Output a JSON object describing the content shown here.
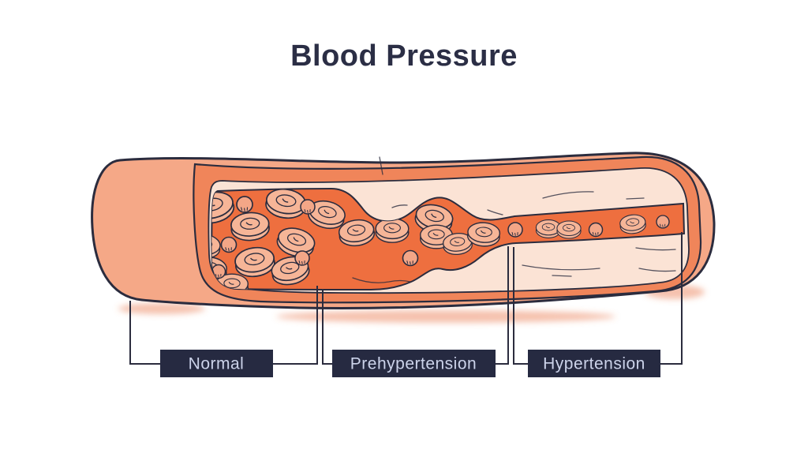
{
  "title": "Blood Pressure",
  "stages": [
    {
      "label": "Normal"
    },
    {
      "label": "Prehypertension"
    },
    {
      "label": "Hypertension"
    }
  ],
  "palette": {
    "background": "#ffffff",
    "title_text": "#2b2e45",
    "outline": "#2b2c3e",
    "vessel_outer": "#f5a887",
    "vessel_wall": "#f0855a",
    "lining": "#fbe3d5",
    "blood": "#ee6f3f",
    "cell_fill": "#f6b597",
    "platelet_fill": "#f3a687",
    "label_box": "#262a41",
    "label_text": "#ccd3ea",
    "connector": "#2b2c3e",
    "shadow": "#e8754a"
  }
}
